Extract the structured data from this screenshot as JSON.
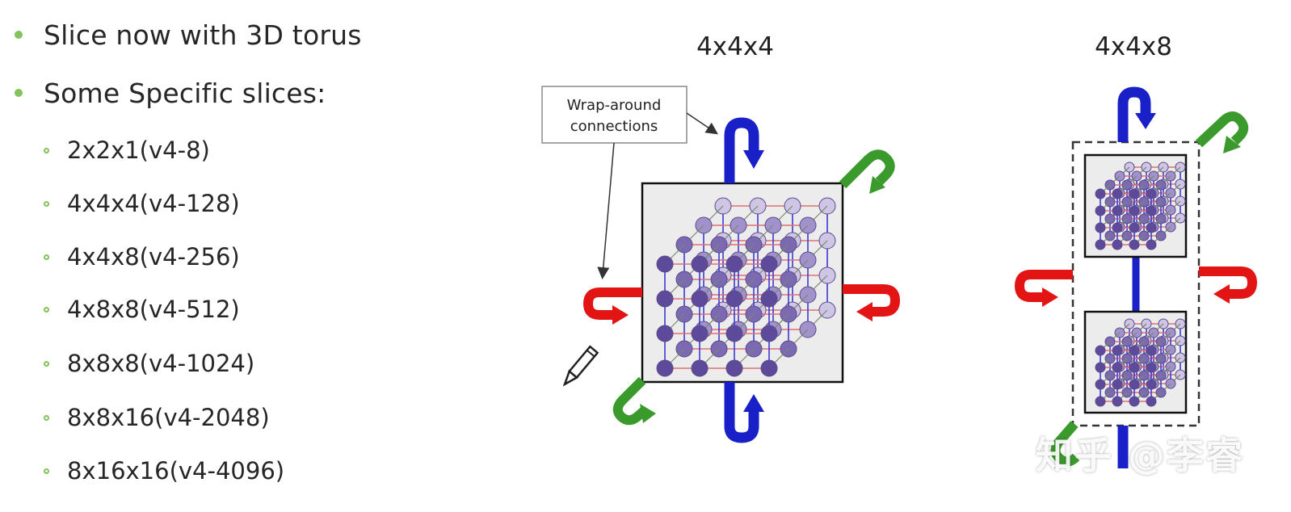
{
  "bullets": {
    "main": [
      "Slice now with 3D torus",
      "Some Specific slices:"
    ],
    "slices": [
      "2x2x1(v4-8)",
      "4x4x4(v4-128)",
      "4x4x8(v4-256)",
      "4x8x8(v4-512)",
      "8x8x8(v4-1024)",
      "8x8x16(v4-2048)",
      "8x16x16(v4-4096)"
    ]
  },
  "diagram": {
    "left_title": "4x4x4",
    "right_title": "4x4x8",
    "callout_line1": "Wrap-around",
    "callout_line2": "connections"
  },
  "colors": {
    "bullet": "#83c35b",
    "z_arrow": "#1a20c8",
    "x_arrow": "#e31414",
    "y_arrow": "#3a9a2c",
    "node_front": "#5e4a9a",
    "node_mid": "#8a78be",
    "node_back": "#cfc6e6",
    "link_red": "#e07070",
    "link_blue": "#3b3bd0"
  },
  "watermark": "知乎 @李睿"
}
